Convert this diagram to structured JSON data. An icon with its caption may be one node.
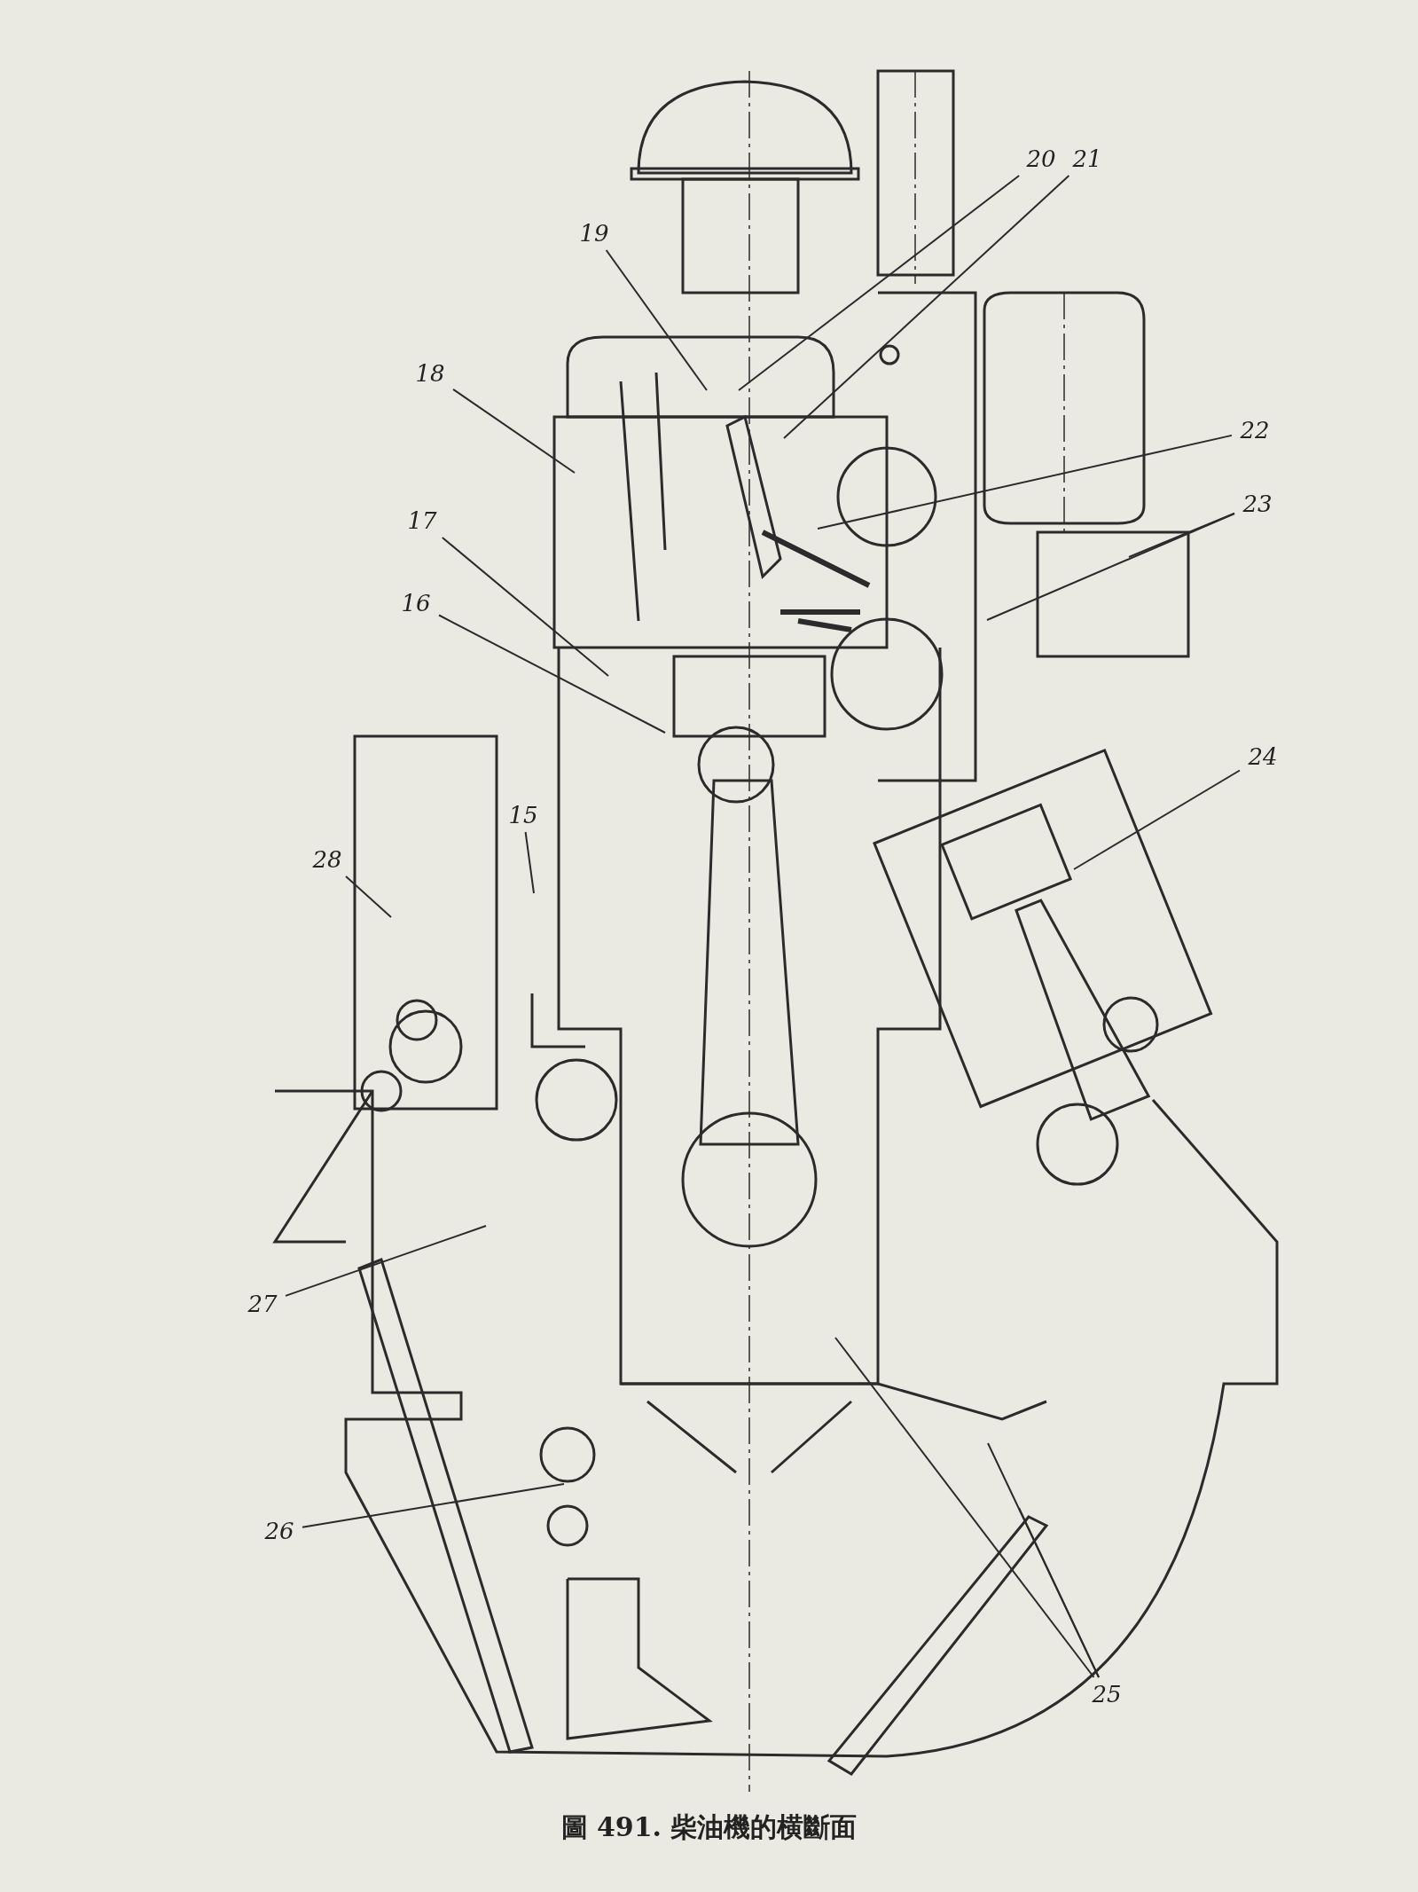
{
  "diagram": {
    "caption": "圖 491. 柴油機的横斷面",
    "nodes": [
      {
        "text": [
          "19"
        ]
      },
      {
        "text": [
          "20"
        ]
      },
      {
        "text": [
          "21"
        ]
      },
      {
        "text": [
          "18"
        ]
      },
      {
        "text": [
          "22"
        ]
      },
      {
        "text": [
          "23"
        ]
      },
      {
        "text": [
          "17"
        ]
      },
      {
        "text": [
          "16"
        ]
      },
      {
        "text": [
          "24"
        ]
      },
      {
        "text": [
          "15"
        ]
      },
      {
        "text": [
          "28"
        ]
      },
      {
        "text": [
          "27"
        ]
      },
      {
        "text": [
          "26"
        ]
      },
      {
        "text": [
          "25"
        ]
      }
    ],
    "edges": [
      {
        "from": 0,
        "to": null,
        "arrow": "none"
      },
      {
        "from": 1,
        "to": null,
        "arrow": "none"
      },
      {
        "from": 2,
        "to": null,
        "arrow": "none"
      },
      {
        "from": 3,
        "to": null,
        "arrow": "none"
      },
      {
        "from": 4,
        "to": null,
        "arrow": "none"
      },
      {
        "from": 5,
        "to": null,
        "arrow": "none"
      },
      {
        "from": 5,
        "to": null,
        "arrow": "none"
      },
      {
        "from": 6,
        "to": null,
        "arrow": "none"
      },
      {
        "from": 7,
        "to": null,
        "arrow": "none"
      },
      {
        "from": 8,
        "to": null,
        "arrow": "none"
      },
      {
        "from": 9,
        "to": null,
        "arrow": "none"
      },
      {
        "from": 10,
        "to": null,
        "arrow": "none"
      },
      {
        "from": 11,
        "to": null,
        "arrow": "none"
      },
      {
        "from": 12,
        "to": null,
        "arrow": "none"
      },
      {
        "from": 13,
        "to": null,
        "arrow": "none"
      },
      {
        "from": 13,
        "to": null,
        "arrow": "none"
      },
      {
        "from": 13,
        "to": null,
        "arrow": "none"
      }
    ]
  }
}
